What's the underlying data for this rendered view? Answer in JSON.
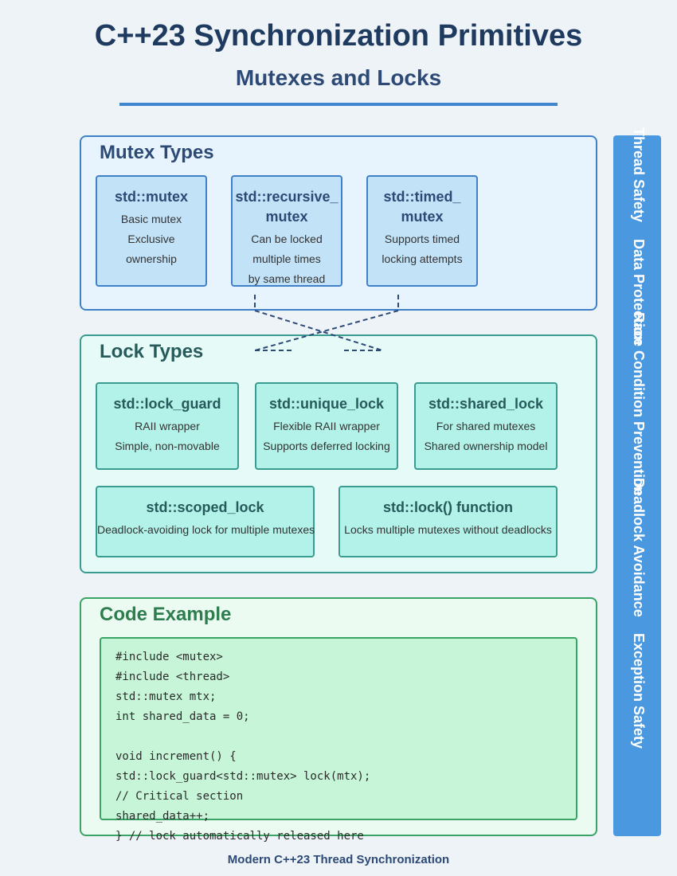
{
  "header": {
    "title": "C++23 Synchronization Primitives",
    "subtitle": "Mutexes and Locks"
  },
  "mutex_section": {
    "title": "Mutex Types",
    "cards": [
      {
        "name_lines": [
          "std::mutex"
        ],
        "desc_lines": [
          "Basic mutex",
          "Exclusive",
          "ownership"
        ]
      },
      {
        "name_lines": [
          "std::recursive_",
          "mutex"
        ],
        "desc_lines": [
          "Can be locked",
          "multiple times",
          "by same thread"
        ]
      },
      {
        "name_lines": [
          "std::timed_",
          "mutex"
        ],
        "desc_lines": [
          "Supports timed",
          "locking attempts"
        ]
      }
    ]
  },
  "lock_section": {
    "title": "Lock Types",
    "cards": [
      {
        "name_lines": [
          "std::lock_guard"
        ],
        "desc_lines": [
          "RAII wrapper",
          "Simple, non-movable"
        ]
      },
      {
        "name_lines": [
          "std::unique_lock"
        ],
        "desc_lines": [
          "Flexible RAII wrapper",
          "Supports deferred locking"
        ]
      },
      {
        "name_lines": [
          "std::shared_lock"
        ],
        "desc_lines": [
          "For shared mutexes",
          "Shared ownership model"
        ]
      },
      {
        "name_lines": [
          "std::scoped_lock"
        ],
        "desc_lines": [
          "Deadlock-avoiding lock for multiple mutexes"
        ]
      },
      {
        "name_lines": [
          "std::lock() function"
        ],
        "desc_lines": [
          "Locks multiple mutexes without deadlocks"
        ]
      }
    ]
  },
  "code_section": {
    "title": "Code Example",
    "lines": [
      "#include <mutex>",
      "#include <thread>",
      "std::mutex mtx;",
      "int shared_data = 0;",
      "",
      "void increment() {",
      "std::lock_guard<std::mutex> lock(mtx);",
      "// Critical section",
      "shared_data++;",
      "} // lock automatically released here"
    ]
  },
  "sidebar": {
    "labels": [
      "Thread Safety",
      "Data Protection",
      "Race Condition Prevention",
      "Deadlock Avoidance",
      "Exception Safety"
    ]
  },
  "footer": {
    "text": "Modern C++23 Thread Synchronization"
  },
  "colors": {
    "accent": "#3f86cf",
    "mutex_card": "#c2e2f8",
    "lock_card": "#b2f2e9",
    "code_bg": "#c6f5d8",
    "sidebar": "#4a98e0"
  }
}
